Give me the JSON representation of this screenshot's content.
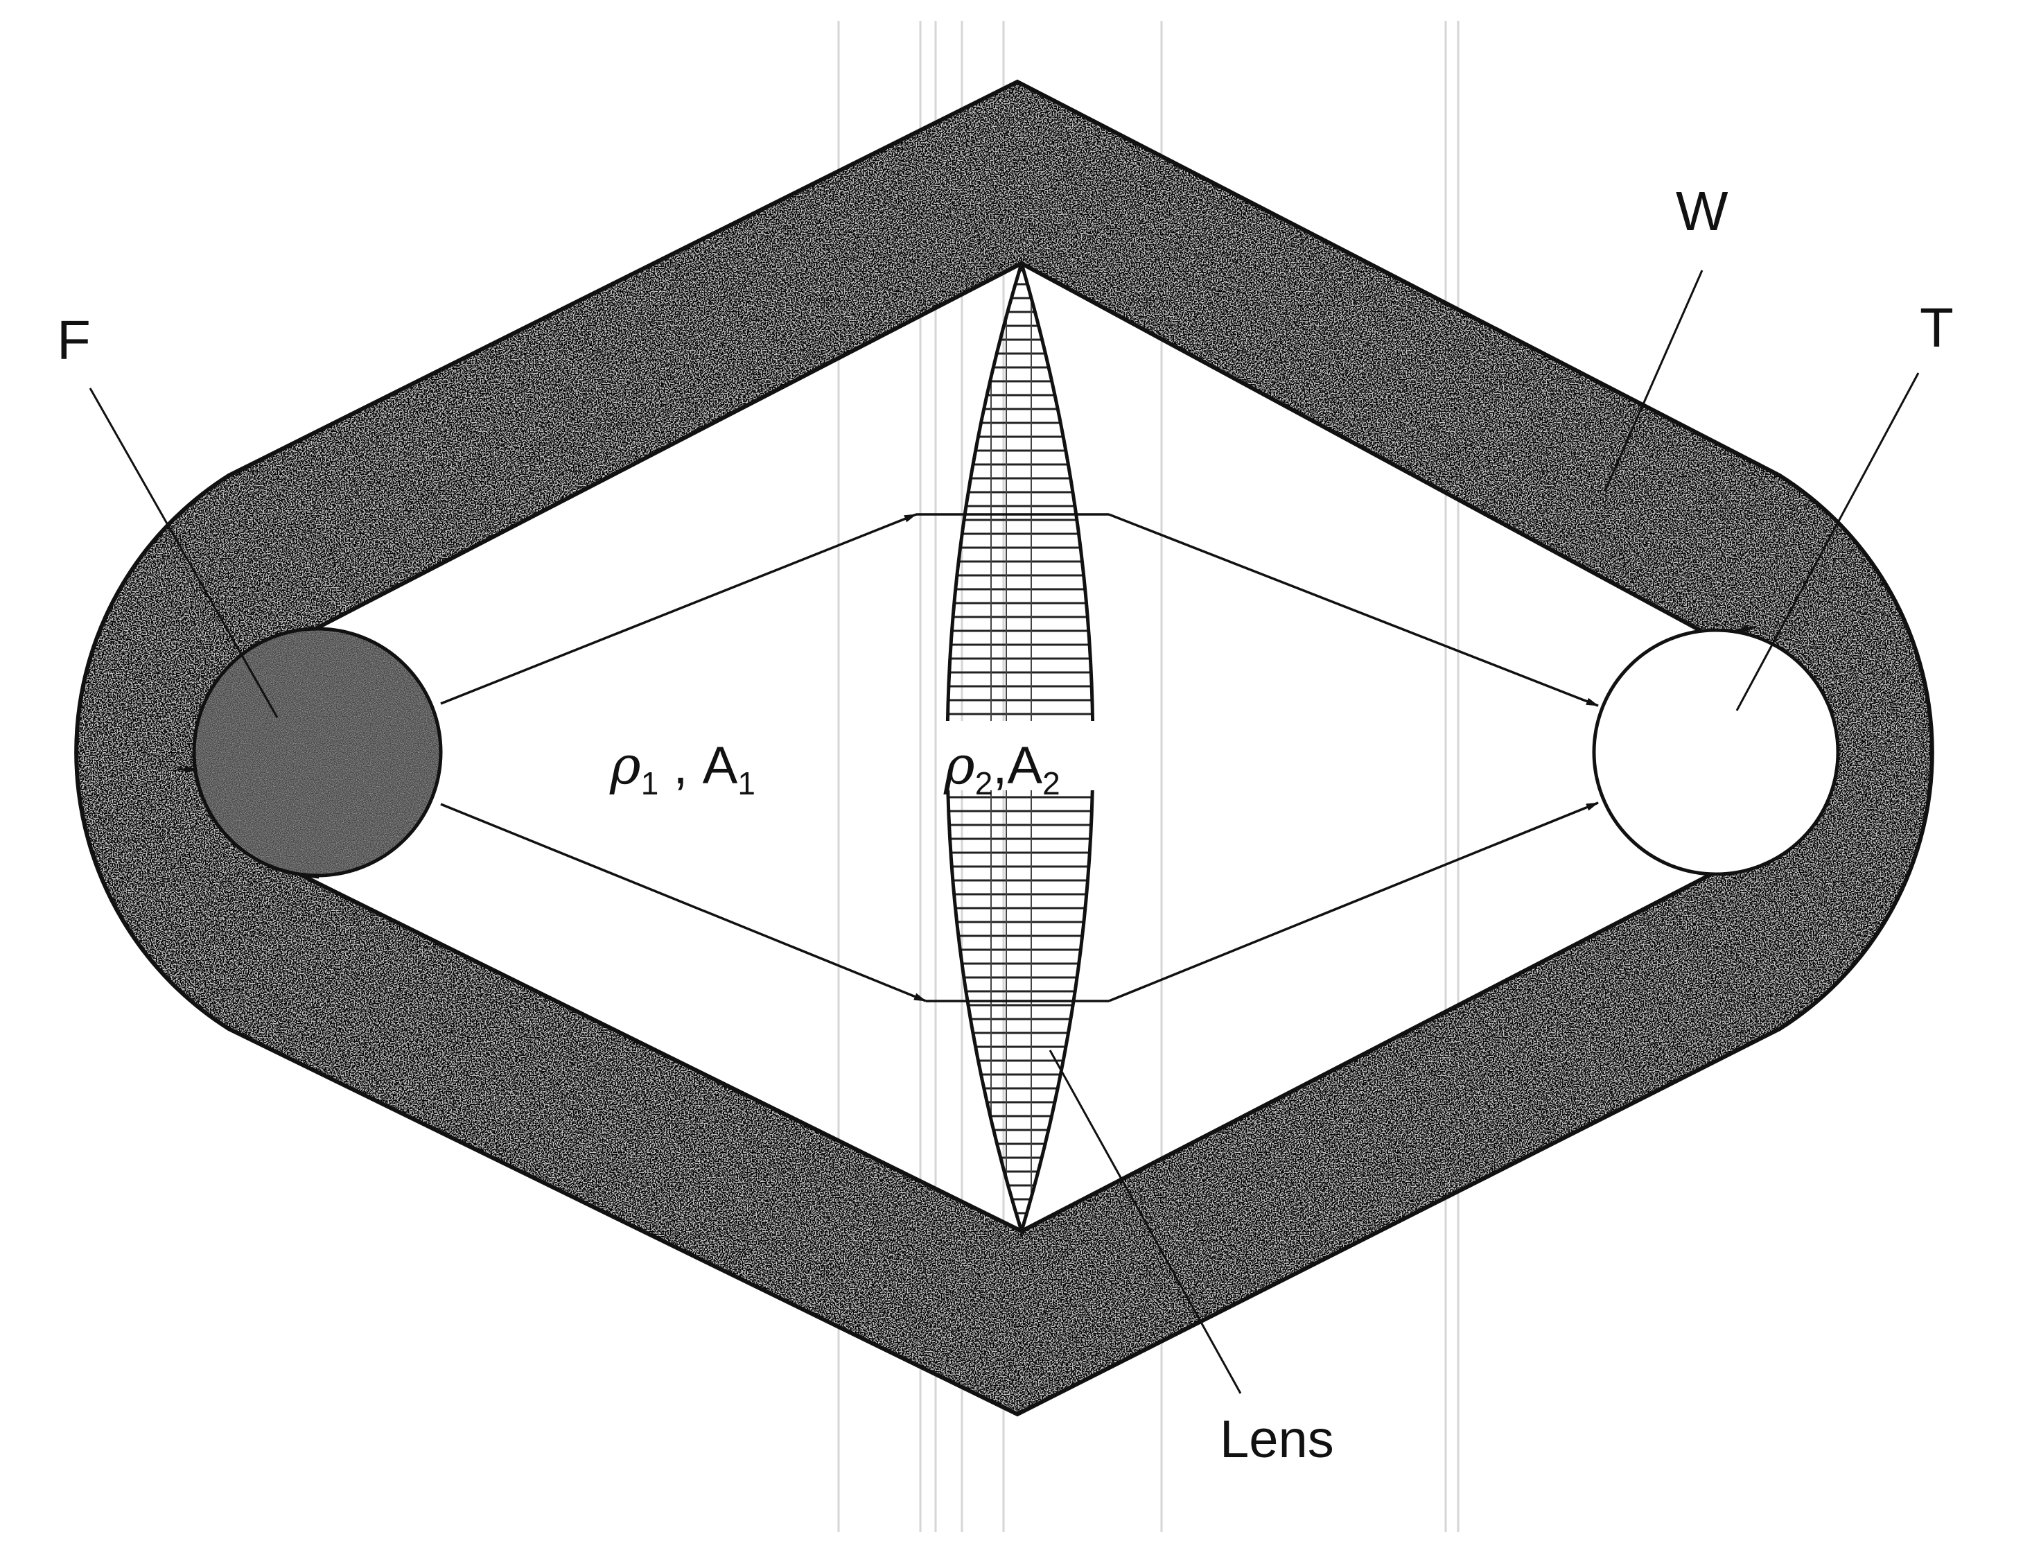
{
  "labels": {
    "furnace": "F",
    "wall": "W",
    "target": "T",
    "lens": "Lens",
    "region1_symbol": "ρ",
    "region1_sub_rho": "1",
    "region1_sep": " , ",
    "region1_area": "A",
    "region1_sub_area": "1",
    "region2_symbol": "ρ",
    "region2_sub_rho": "2",
    "region2_sep": ",",
    "region2_area": "A",
    "region2_sub_area": "2"
  },
  "colors": {
    "outline": "#111111",
    "wall_fill": "#c9c9c9",
    "furnace_fill": "#8a8a8a",
    "target_fill": "#ffffff",
    "lens_hatch": "#222222",
    "background": "#ffffff"
  }
}
